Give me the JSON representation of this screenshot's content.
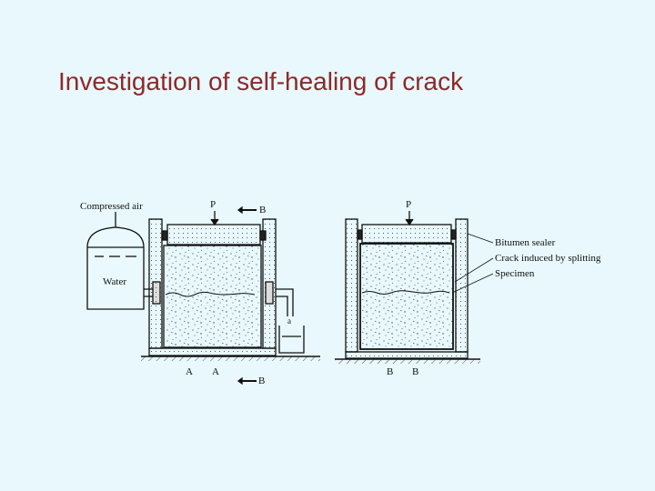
{
  "slide": {
    "title": "Investigation of self-healing of crack"
  },
  "diagram": {
    "labels": {
      "compressed_air": "Compressed air",
      "water": "Water",
      "p_left": "P",
      "p_right": "P",
      "b_top": "B",
      "b_bottom": "B",
      "a_left": "A",
      "a_right": "A",
      "b_left_bottom": "B",
      "b_right_bottom": "B",
      "beaker_mark": "a",
      "bitumen_sealer": "Bitumen sealer",
      "crack_induced": "Crack induced by splitting",
      "specimen": "Specimen"
    }
  },
  "colors": {
    "background": "#e8f8fc",
    "title": "#8b2a2a"
  }
}
